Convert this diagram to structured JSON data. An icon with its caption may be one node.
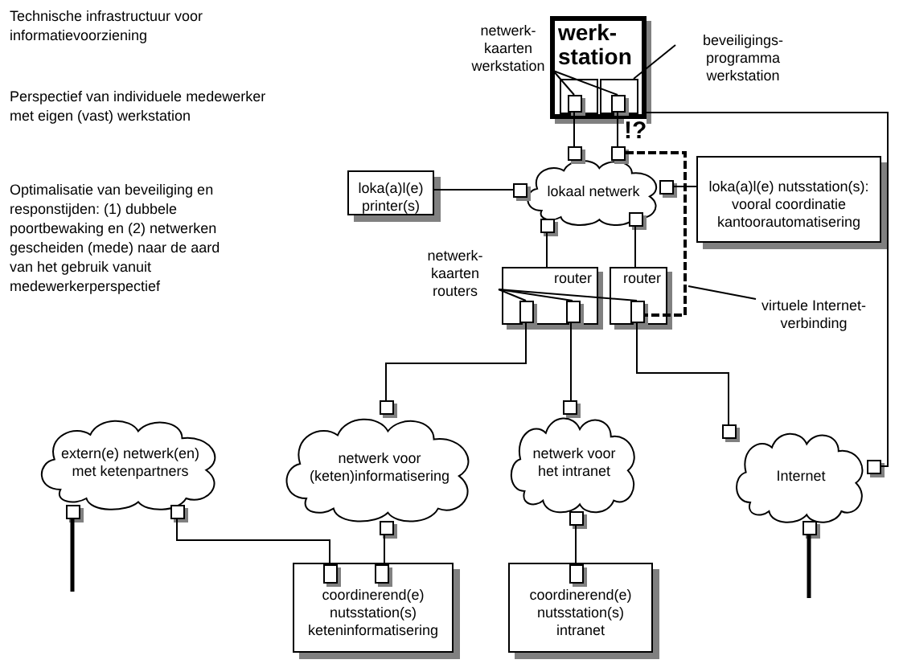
{
  "diagram": {
    "title": "Technische infrastructuur voor informatievoorziening",
    "nodes": [
      {
        "text": [
          "netwerk- kaarten werkstation"
        ]
      },
      {
        "text": [
          "werk- station"
        ]
      },
      {
        "text": [],
        "shape": "box",
        "in": 1
      },
      {
        "text": [],
        "shape": "box",
        "in": 1
      },
      {
        "text": [],
        "shape": "box",
        "in": 2
      },
      {
        "text": [],
        "shape": "box",
        "in": 3
      },
      {
        "text": [
          "beveiligings- programma werkstation"
        ]
      },
      {
        "text": [
          "loka(a)l(e) printer(s)"
        ]
      },
      {
        "text": [
          "lokaal netwerk"
        ]
      },
      {
        "text": [],
        "shape": "box"
      },
      {
        "text": [],
        "shape": "box"
      },
      {
        "text": [],
        "shape": "box"
      },
      {
        "text": [],
        "shape": "box"
      },
      {
        "text": [],
        "shape": "box"
      },
      {
        "text": [],
        "shape": "box"
      },
      {
        "text": [
          "loka(a)l(e) nutsstation(s): vooral coordinatie kantoorautomatisering"
        ]
      },
      {
        "text": [
          "netwerk- kaarten routers"
        ]
      },
      {
        "text": [
          "router"
        ]
      },
      {
        "text": [
          "router"
        ]
      },
      {
        "text": [],
        "shape": "box",
        "in": 17
      },
      {
        "text": [],
        "shape": "box",
        "in": 17
      },
      {
        "text": [],
        "shape": "box",
        "in": 18
      },
      {
        "text": [
          "virtuele Internet- verbinding"
        ]
      },
      {
        "text": [
          "extern(e) netwerk(en) met ketenpartners"
        ]
      },
      {
        "text": [],
        "shape": "box"
      },
      {
        "text": [],
        "shape": "box"
      },
      {
        "text": [
          "netwerk voor (keten)informatisering"
        ]
      },
      {
        "text": [],
        "shape": "box"
      },
      {
        "text": [],
        "shape": "box"
      },
      {
        "text": [
          "netwerk voor het intranet"
        ]
      },
      {
        "text": [],
        "shape": "box"
      },
      {
        "text": [],
        "shape": "box"
      },
      {
        "text": [
          "Internet"
        ]
      },
      {
        "text": [],
        "shape": "box"
      },
      {
        "text": [],
        "shape": "box"
      },
      {
        "text": [],
        "shape": "box"
      },
      {
        "text": [
          "coordinerend(e) nutsstation(s) keteninformatisering"
        ]
      },
      {
        "text": [],
        "shape": "box",
        "in": 36
      },
      {
        "text": [],
        "shape": "box",
        "in": 36
      },
      {
        "text": [
          "coordinerend(e) nutsstation(s) intranet"
        ]
      },
      {
        "text": [],
        "shape": "box",
        "in": 39
      }
    ],
    "edges": [
      {
        "from": 0,
        "to": 4,
        "arrow": "none"
      },
      {
        "from": 0,
        "to": 5,
        "arrow": "none"
      },
      {
        "from": 6,
        "to": 3,
        "arrow": "none"
      },
      {
        "from": 4,
        "to": 9,
        "arrow": "none"
      },
      {
        "from": 5,
        "to": 10,
        "arrow": "none",
        "label": "!?"
      },
      {
        "from": 7,
        "to": 11,
        "arrow": "none"
      },
      {
        "from": 12,
        "to": 15,
        "arrow": "none"
      },
      {
        "from": 13,
        "to": 17,
        "arrow": "none"
      },
      {
        "from": 14,
        "to": 18,
        "arrow": "none"
      },
      {
        "from": 10,
        "to": 21,
        "arrow": "none",
        "style": "dashed"
      },
      {
        "from": 16,
        "to": 19,
        "arrow": "none"
      },
      {
        "from": 16,
        "to": 20,
        "arrow": "none"
      },
      {
        "from": 16,
        "to": 21,
        "arrow": "none"
      },
      {
        "from": 22,
        "to": null,
        "arrow": "none"
      },
      {
        "from": 19,
        "to": 27,
        "arrow": "none"
      },
      {
        "from": 20,
        "to": 30,
        "arrow": "none"
      },
      {
        "from": 21,
        "to": 33,
        "arrow": "none"
      },
      {
        "from": 1,
        "to": 34,
        "arrow": "none"
      },
      {
        "from": 25,
        "to": 37,
        "arrow": "none"
      },
      {
        "from": 28,
        "to": 38,
        "arrow": "none"
      },
      {
        "from": 31,
        "to": 40,
        "arrow": "none"
      },
      {
        "from": 24,
        "to": null,
        "arrow": "none",
        "style": "thick"
      },
      {
        "from": 35,
        "to": null,
        "arrow": "none",
        "style": "thick"
      }
    ],
    "labels": [
      "Perspectief van individuele medewerker met eigen (vast) werkstation",
      "Optimalisatie van beveiliging en responstijden: (1) dubbele poortbewaking en (2) netwerken gescheiden (mede) naar de aard van het gebruik vanuit medewerkerperspectief"
    ]
  }
}
